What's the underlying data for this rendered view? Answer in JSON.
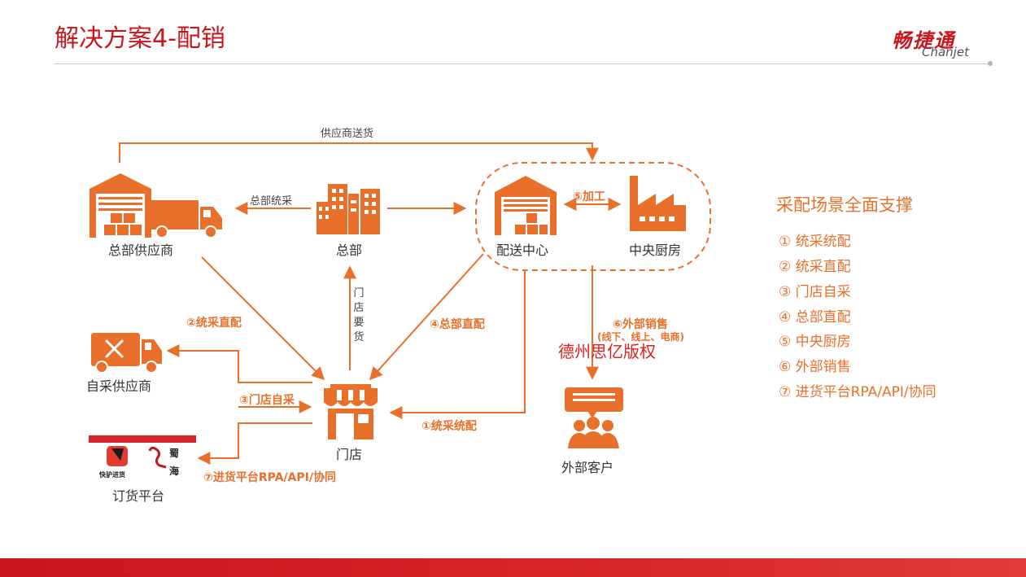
{
  "header": {
    "title": "解决方案4-配销",
    "brand_cn": "畅捷通",
    "brand_en": "Chanjet"
  },
  "nodes": {
    "hq_supplier": "总部供应商",
    "hq": "总部",
    "distribution_center": "配送中心",
    "central_kitchen": "中央厨房",
    "self_supplier": "自采供应商",
    "store": "门店",
    "order_platform": "订货平台",
    "external_customer": "外部客户"
  },
  "edges": {
    "supplier_delivery": "供应商送货",
    "hq_central_purchase": "总部统采",
    "store_request": [
      "门",
      "店",
      "要",
      "货"
    ],
    "step1": "①统采统配",
    "step2": "②统采直配",
    "step3": "③门店自采",
    "step4": "④总部直配",
    "step5": "⑤加工",
    "step6": "⑥外部销售",
    "step6_sub": "(线下、线上、电商)",
    "step7": "⑦进货平台RPA/API/协同"
  },
  "platform_logos": {
    "app1": "快驴进货",
    "app2_top": "蜀",
    "app2_bottom": "海"
  },
  "watermark": "德州思亿版权",
  "side_panel": {
    "title": "采配场景全面支撑",
    "items": [
      "① 统采统配",
      "② 统采直配",
      "③ 门店自采",
      "④ 总部直配",
      "⑤ 中央厨房",
      "⑥ 外部销售",
      "⑦ 进货平台RPA/API/协同"
    ]
  },
  "colors": {
    "accent": "#e8702a",
    "brand_red": "#c8161d",
    "watermark_red": "#e01f1f"
  }
}
